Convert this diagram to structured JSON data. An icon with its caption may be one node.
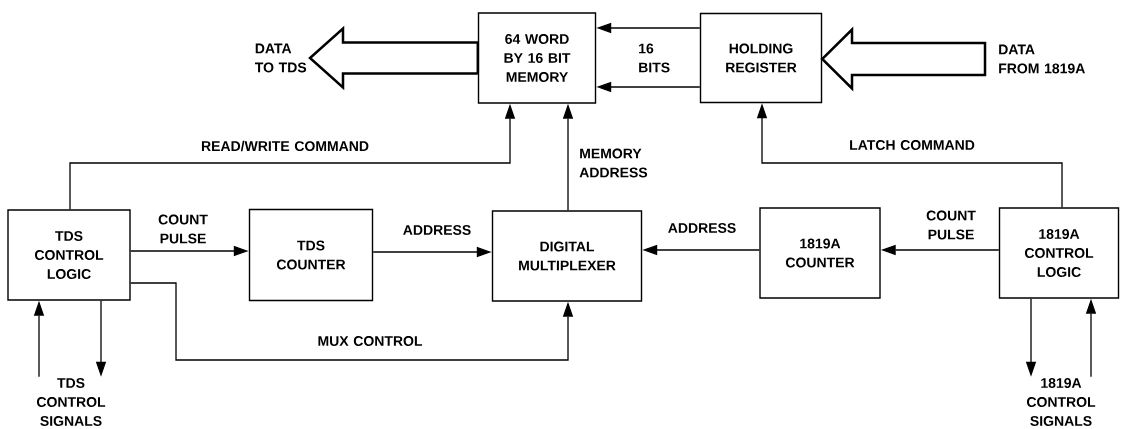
{
  "diagram": {
    "nodes": [
      {
        "text": [
          "TDS CONTROL LOGIC"
        ]
      },
      {
        "text": [
          "TDS COUNTER"
        ]
      },
      {
        "text": [
          "DIGITAL MULTIPLEXER"
        ]
      },
      {
        "text": [
          "1819A COUNTER"
        ]
      },
      {
        "text": [
          "1819A CONTROL LOGIC"
        ]
      },
      {
        "text": [
          "64 WORD BY 16 BIT MEMORY"
        ]
      },
      {
        "text": [
          "HOLDING REGISTER"
        ]
      },
      {
        "text": [
          "DATA TO TDS"
        ]
      },
      {
        "text": [
          "DATA FROM 1819A"
        ]
      },
      {
        "text": [
          "TDS CONTROL SIGNALS"
        ]
      },
      {
        "text": [
          "1819A CONTROL SIGNALS"
        ]
      }
    ],
    "edges": [
      {
        "from": 0,
        "to": 1,
        "arrow": "to",
        "label": "COUNT PULSE"
      },
      {
        "from": 1,
        "to": 2,
        "arrow": "to",
        "label": "ADDRESS"
      },
      {
        "from": 3,
        "to": 2,
        "arrow": "to",
        "label": "ADDRESS"
      },
      {
        "from": 4,
        "to": 3,
        "arrow": "to",
        "label": "COUNT PULSE"
      },
      {
        "from": 0,
        "to": 5,
        "arrow": "to",
        "label": "READ/WRITE COMMAND"
      },
      {
        "from": 2,
        "to": 5,
        "arrow": "to",
        "label": "MEMORY ADDRESS"
      },
      {
        "from": 4,
        "to": 6,
        "arrow": "to",
        "label": "LATCH COMMAND"
      },
      {
        "from": 0,
        "to": 2,
        "arrow": "to",
        "label": "MUX CONTROL"
      },
      {
        "from": 6,
        "to": 5,
        "arrow": "to",
        "label": "16 BITS"
      },
      {
        "from": 6,
        "to": 5,
        "arrow": "to"
      },
      {
        "from": 5,
        "to": 7,
        "arrow": "to",
        "style": "thick"
      },
      {
        "from": 8,
        "to": 6,
        "arrow": "to",
        "style": "thick"
      },
      {
        "from": 9,
        "to": 0,
        "arrow": "to"
      },
      {
        "from": 0,
        "to": 9,
        "arrow": "to"
      },
      {
        "from": 4,
        "to": 10,
        "arrow": "to"
      },
      {
        "from": 10,
        "to": 4,
        "arrow": "to"
      }
    ]
  }
}
